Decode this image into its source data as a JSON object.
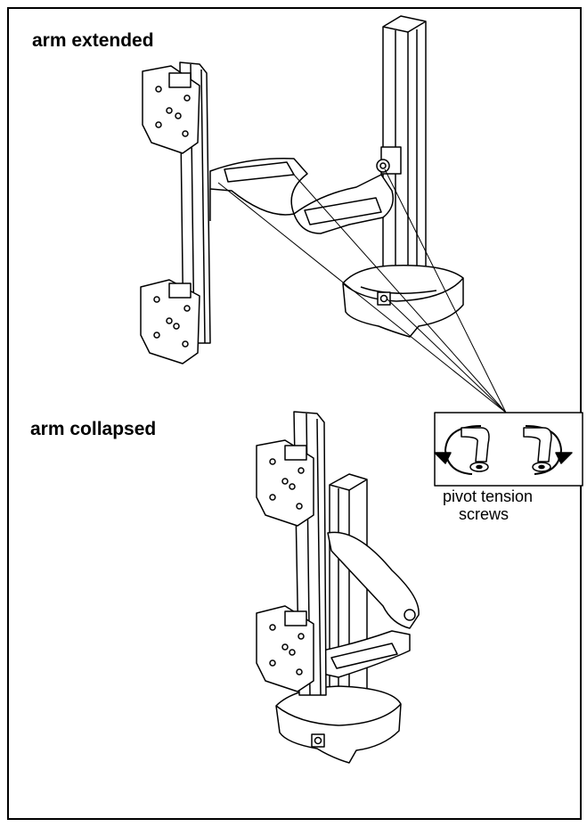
{
  "labels": {
    "extended": "arm extended",
    "collapsed": "arm collapsed"
  },
  "callout": {
    "line1": "pivot tension",
    "line2": "screws",
    "icons": [
      "counterclockwise-arrow-icon",
      "clockwise-arrow-icon"
    ]
  },
  "colors": {
    "ink": "#000000",
    "paper": "#ffffff"
  }
}
